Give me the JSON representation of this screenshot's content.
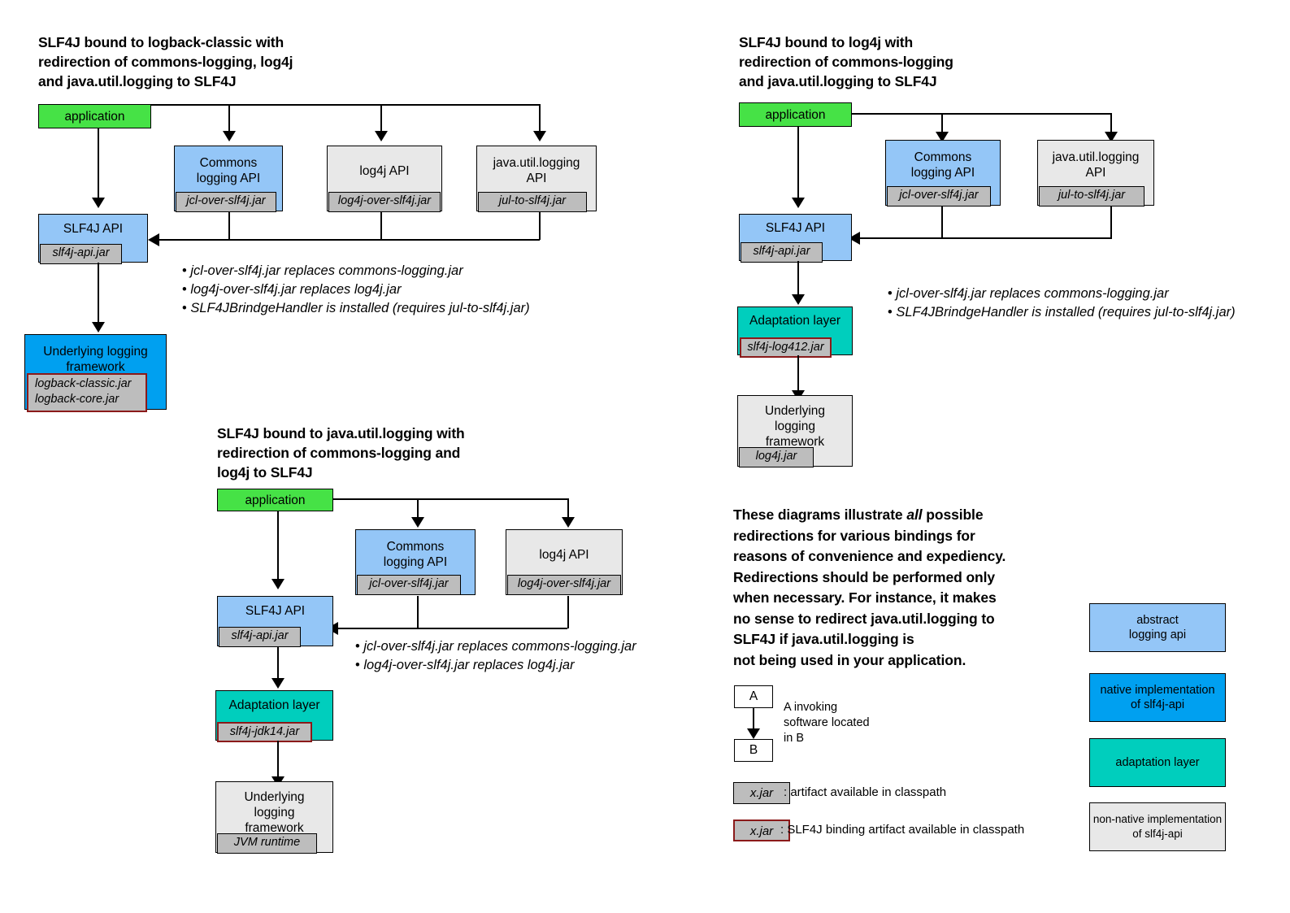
{
  "diagrams": {
    "logback": {
      "title": "SLF4J bound to logback-classic with\nredirection of commons-logging, log4j\nand java.util.logging to SLF4J",
      "application": "application",
      "commons": {
        "label": "Commons\nlogging API",
        "jar": "jcl-over-slf4j.jar"
      },
      "log4j_api": {
        "label": "log4j API",
        "jar": "log4j-over-slf4j.jar"
      },
      "jul_api": {
        "label": "java.util.logging\nAPI",
        "jar": "jul-to-slf4j.jar"
      },
      "slf4j_api": {
        "label": "SLF4J API",
        "jar": "slf4j-api.jar"
      },
      "underlying": {
        "label": "Underlying logging\nframework",
        "jar": "logback-classic.jar\nlogback-core.jar"
      },
      "notes": [
        "jcl-over-slf4j.jar replaces commons-logging.jar",
        "log4j-over-slf4j.jar replaces log4j.jar",
        "SLF4JBrindgeHandler is installed (requires jul-to-slf4j.jar)"
      ]
    },
    "log4j": {
      "title": "SLF4J bound to log4j with\nredirection of commons-logging\nand java.util.logging to SLF4J",
      "application": "application",
      "commons": {
        "label": "Commons\nlogging API",
        "jar": "jcl-over-slf4j.jar"
      },
      "jul_api": {
        "label": "java.util.logging\nAPI",
        "jar": "jul-to-slf4j.jar"
      },
      "slf4j_api": {
        "label": "SLF4J API",
        "jar": "slf4j-api.jar"
      },
      "adaptation": {
        "label": "Adaptation layer",
        "jar": "slf4j-log412.jar"
      },
      "underlying": {
        "label": "Underlying\nlogging\nframework",
        "jar": "log4j.jar"
      },
      "notes": [
        "jcl-over-slf4j.jar replaces commons-logging.jar",
        "SLF4JBrindgeHandler is installed (requires jul-to-slf4j.jar)"
      ]
    },
    "jul": {
      "title": "SLF4J bound to java.util.logging with\nredirection of commons-logging and\nlog4j to SLF4J",
      "application": "application",
      "commons": {
        "label": "Commons\nlogging API",
        "jar": "jcl-over-slf4j.jar"
      },
      "log4j_api": {
        "label": "log4j API",
        "jar": "log4j-over-slf4j.jar"
      },
      "slf4j_api": {
        "label": "SLF4J API",
        "jar": "slf4j-api.jar"
      },
      "adaptation": {
        "label": "Adaptation layer",
        "jar": "slf4j-jdk14.jar"
      },
      "underlying": {
        "label": "Underlying\nlogging\nframework",
        "jar": "JVM runtime"
      },
      "notes": [
        "jcl-over-slf4j.jar replaces commons-logging.jar",
        "log4j-over-slf4j.jar replaces log4j.jar"
      ]
    }
  },
  "explanation": {
    "part1": "These diagrams illustrate ",
    "emphasis": "all",
    "part2": " possible\nredirections for various bindings for\nreasons of convenience and expediency.\nRedirections should be performed only\nwhen necessary. For instance, it makes\nno sense to redirect java.util.logging to\nSLF4J if java.util.logging is\nnot being used in your application."
  },
  "legend": {
    "invoke": {
      "a": "A",
      "b": "B",
      "caption": "A invoking\nsoftware located\nin B"
    },
    "artifact": {
      "chip": "x.jar",
      "caption": ": artifact available in classpath"
    },
    "binding": {
      "chip": "x.jar",
      "caption": ": SLF4J binding artifact available in classpath"
    },
    "swatches": [
      {
        "label": "abstract\nlogging api",
        "color": "#94c6f7"
      },
      {
        "label": "native implementation\nof slf4j-api",
        "color": "#00a0f0"
      },
      {
        "label": "adaptation layer",
        "color": "#00cebd"
      },
      {
        "label": "non-native implementation\nof slf4j-api",
        "color": "#e8e8e8"
      }
    ]
  },
  "colors": {
    "application_green": "#46e246",
    "abstract_api_blue": "#94c6f7",
    "native_blue": "#00a0f0",
    "adaptation_teal": "#00cebd",
    "non_native_grey": "#e8e8e8",
    "jar_grey": "#bdbdbd",
    "binding_border_red": "#8b1a1a"
  }
}
